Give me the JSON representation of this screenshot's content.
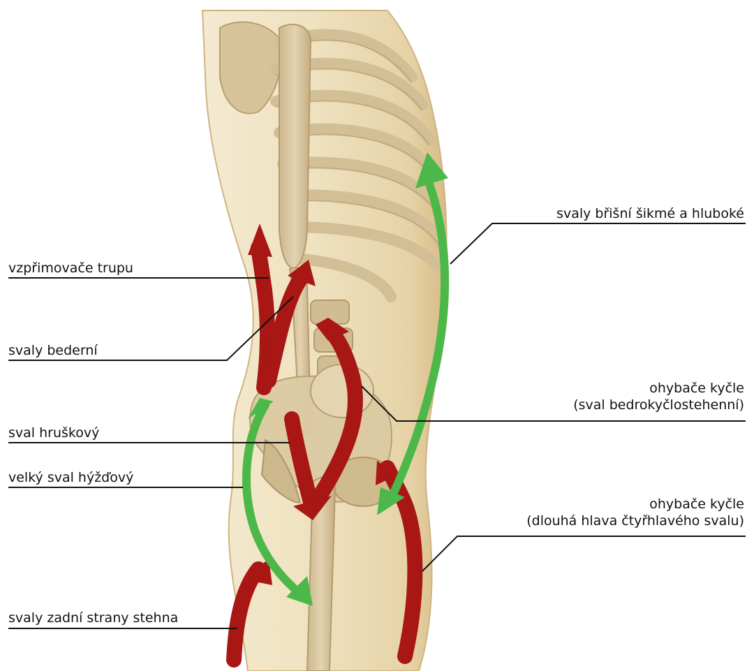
{
  "labels": {
    "vzprimovace": "vzpřimovače trupu",
    "bederni": "svaly bederní",
    "hruskovy": "sval hruškový",
    "hyzdovy": "velký sval hýžďový",
    "zadni_stehna": "svaly zadní strany stehna",
    "brisni": "svaly břišní šikmé a hluboké",
    "ohybace1_line1": "ohybače kyčle",
    "ohybace1_line2": "(sval bedrokyčlostehenní)",
    "ohybace2_line1": "ohybače kyčle",
    "ohybace2_line2": "(dlouhá hlava čtyřhlavého svalu)"
  },
  "colors": {
    "red_arrow": "#a81714",
    "green_arrow": "#4cb849",
    "skin": "#e9d9b3",
    "skin_shadow": "#d8c08e",
    "bone": "#d9c7a0",
    "bone_shadow": "#bda57a",
    "line": "#111111"
  }
}
